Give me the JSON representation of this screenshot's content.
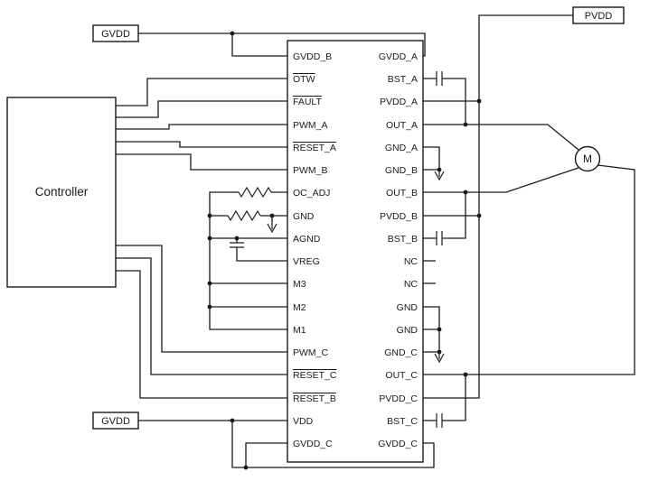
{
  "diagram_type": "circuit-schematic",
  "labels": {
    "gvdd_top": "GVDD",
    "pvdd": "PVDD",
    "gvdd_bottom": "GVDD",
    "controller": "Controller",
    "motor": "M"
  },
  "ic": {
    "left_pins": [
      "GVDD_B",
      "OTW",
      "FAULT",
      "PWM_A",
      "RESET_A",
      "PWM_B",
      "OC_ADJ",
      "GND",
      "AGND",
      "VREG",
      "M3",
      "M2",
      "M1",
      "PWM_C",
      "RESET_C",
      "RESET_B",
      "VDD",
      "GVDD_C"
    ],
    "right_pins": [
      "GVDD_A",
      "BST_A",
      "PVDD_A",
      "OUT_A",
      "GND_A",
      "GND_B",
      "OUT_B",
      "PVDD_B",
      "BST_B",
      "NC",
      "NC",
      "GND",
      "GND",
      "GND_C",
      "OUT_C",
      "PVDD_C",
      "BST_C",
      "GVDD_C"
    ],
    "active_low_pins": [
      "OTW",
      "FAULT",
      "RESET_A",
      "RESET_C",
      "RESET_B"
    ]
  },
  "components": {
    "bootstrap_capacitors": [
      "BST_A",
      "BST_B",
      "BST_C"
    ],
    "resistors": [
      "OC_ADJ",
      "GND"
    ],
    "ground_symbols": 3,
    "motor_phases": [
      "OUT_A",
      "OUT_B",
      "OUT_C"
    ]
  },
  "colors": {
    "wire": "#1a1a1a",
    "background": "#ffffff"
  }
}
